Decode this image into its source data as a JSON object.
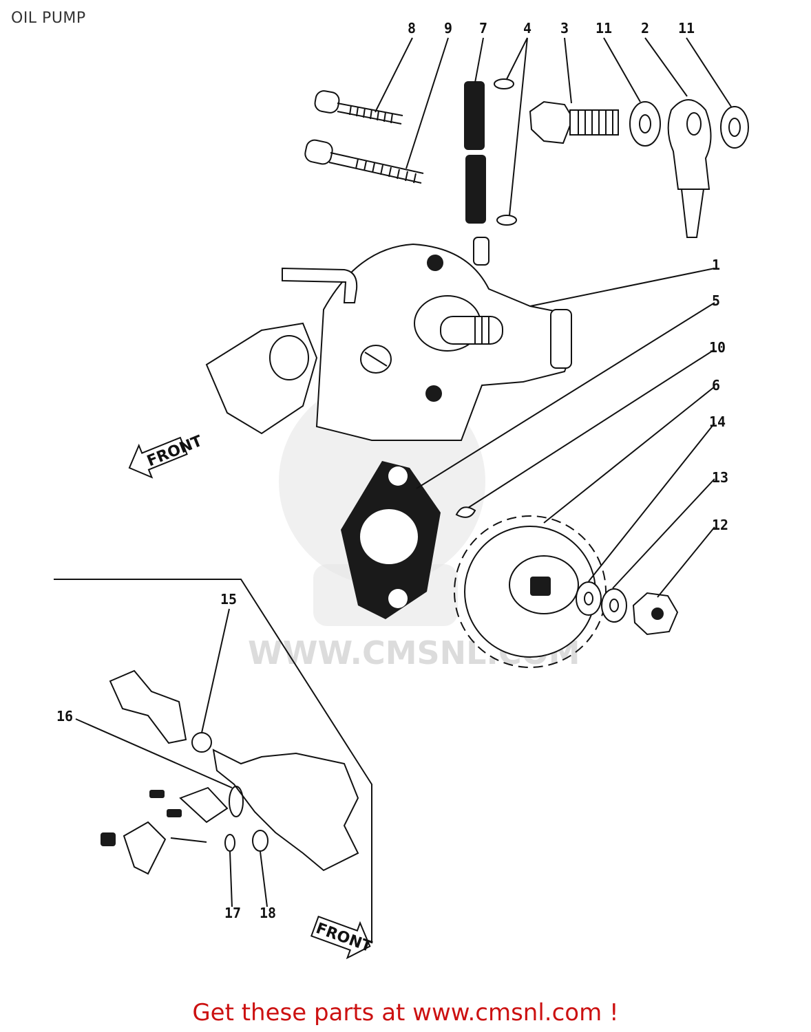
{
  "title": "OIL PUMP",
  "footer_link": "Get these parts at www.cmsnl.com !",
  "watermark": "WWW.CMSNL.COM",
  "front_labels": [
    "FRONT",
    "FRONT"
  ],
  "callouts": [
    {
      "id": "c8",
      "label": "8"
    },
    {
      "id": "c9",
      "label": "9"
    },
    {
      "id": "c7",
      "label": "7"
    },
    {
      "id": "c4",
      "label": "4"
    },
    {
      "id": "c3",
      "label": "3"
    },
    {
      "id": "c11a",
      "label": "11"
    },
    {
      "id": "c2",
      "label": "2"
    },
    {
      "id": "c11b",
      "label": "11"
    },
    {
      "id": "c1",
      "label": "1"
    },
    {
      "id": "c5",
      "label": "5"
    },
    {
      "id": "c10",
      "label": "10"
    },
    {
      "id": "c6",
      "label": "6"
    },
    {
      "id": "c14",
      "label": "14"
    },
    {
      "id": "c13",
      "label": "13"
    },
    {
      "id": "c12",
      "label": "12"
    },
    {
      "id": "c15",
      "label": "15"
    },
    {
      "id": "c16",
      "label": "16"
    },
    {
      "id": "c17",
      "label": "17"
    },
    {
      "id": "c18",
      "label": "18"
    }
  ],
  "colors": {
    "footer": "#cc1111",
    "ink": "#111111",
    "watermark": "#e0e0e0"
  }
}
